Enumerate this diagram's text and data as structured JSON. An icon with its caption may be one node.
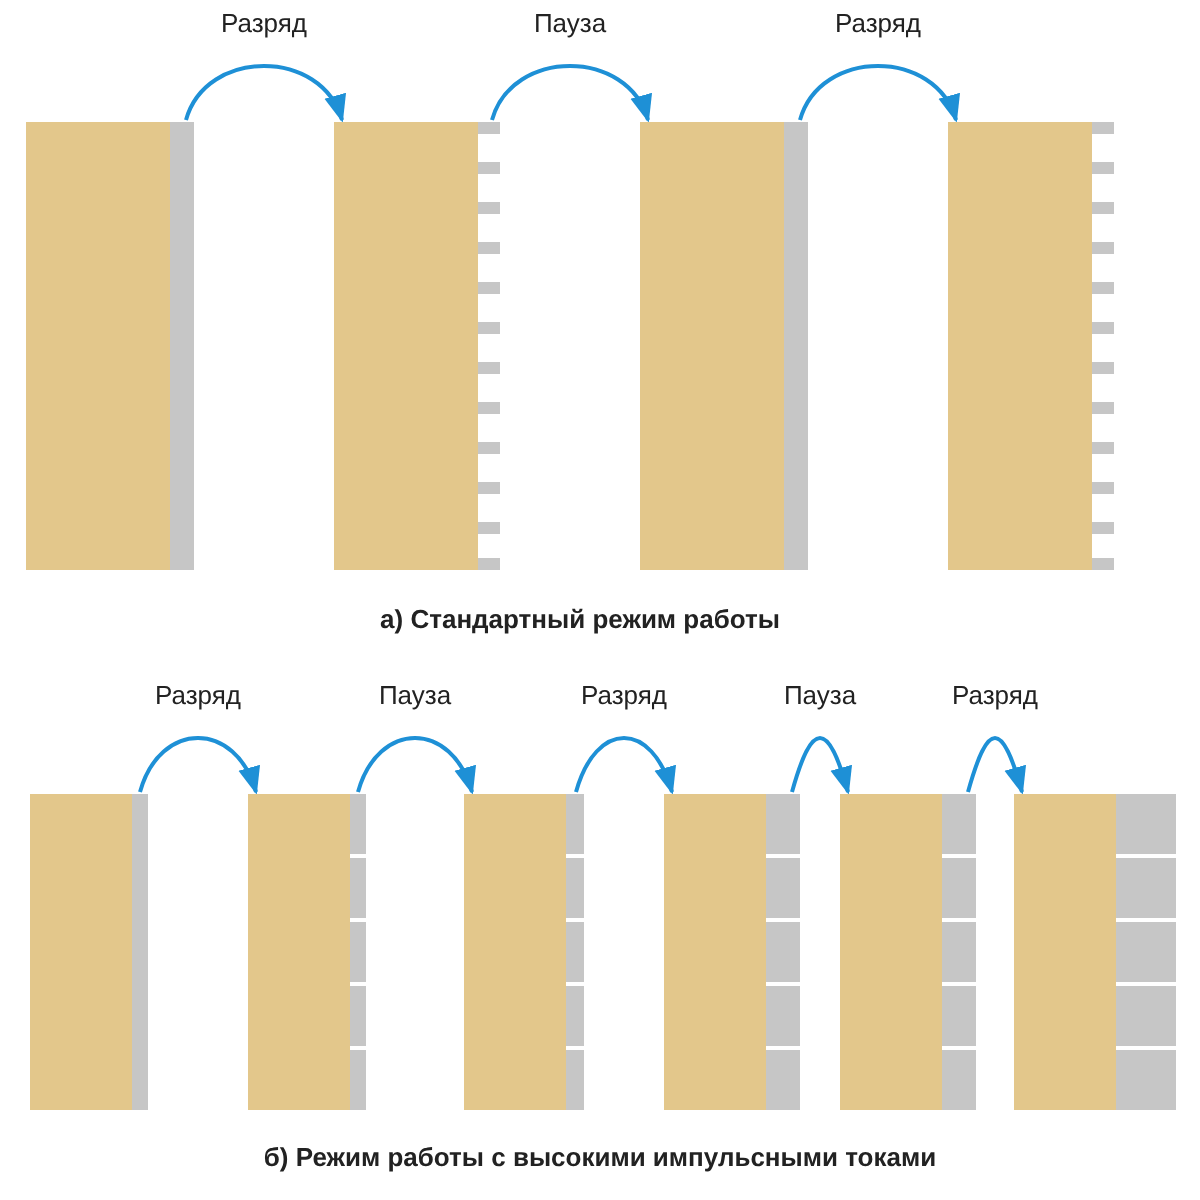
{
  "diagram": {
    "nodes": [
      {
        "text": [],
        "shape": "box"
      },
      {
        "text": [],
        "shape": "box"
      },
      {
        "text": [],
        "shape": "box"
      },
      {
        "text": [],
        "shape": "box"
      },
      {
        "text": [],
        "shape": "box"
      },
      {
        "text": [],
        "shape": "box"
      },
      {
        "text": [],
        "shape": "box"
      },
      {
        "text": [],
        "shape": "box"
      },
      {
        "text": [],
        "shape": "box"
      },
      {
        "text": [],
        "shape": "box"
      }
    ],
    "edges": [
      {
        "from": 0,
        "to": 1,
        "arrow": "to",
        "label": "Разряд"
      },
      {
        "from": 1,
        "to": 2,
        "arrow": "to",
        "label": "Пауза"
      },
      {
        "from": 2,
        "to": 3,
        "arrow": "to",
        "label": "Разряд"
      },
      {
        "from": 4,
        "to": 5,
        "arrow": "to",
        "label": "Разряд"
      },
      {
        "from": 5,
        "to": 6,
        "arrow": "to",
        "label": "Пауза"
      },
      {
        "from": 6,
        "to": 7,
        "arrow": "to",
        "label": "Разряд"
      },
      {
        "from": 7,
        "to": 8,
        "arrow": "to",
        "label": "Пауза"
      },
      {
        "from": 8,
        "to": 9,
        "arrow": "to",
        "label": "Разряд"
      }
    ],
    "labels": [
      "а) Стандартный режим работы",
      "б) Режим работы с высокими импульсными токами"
    ]
  }
}
